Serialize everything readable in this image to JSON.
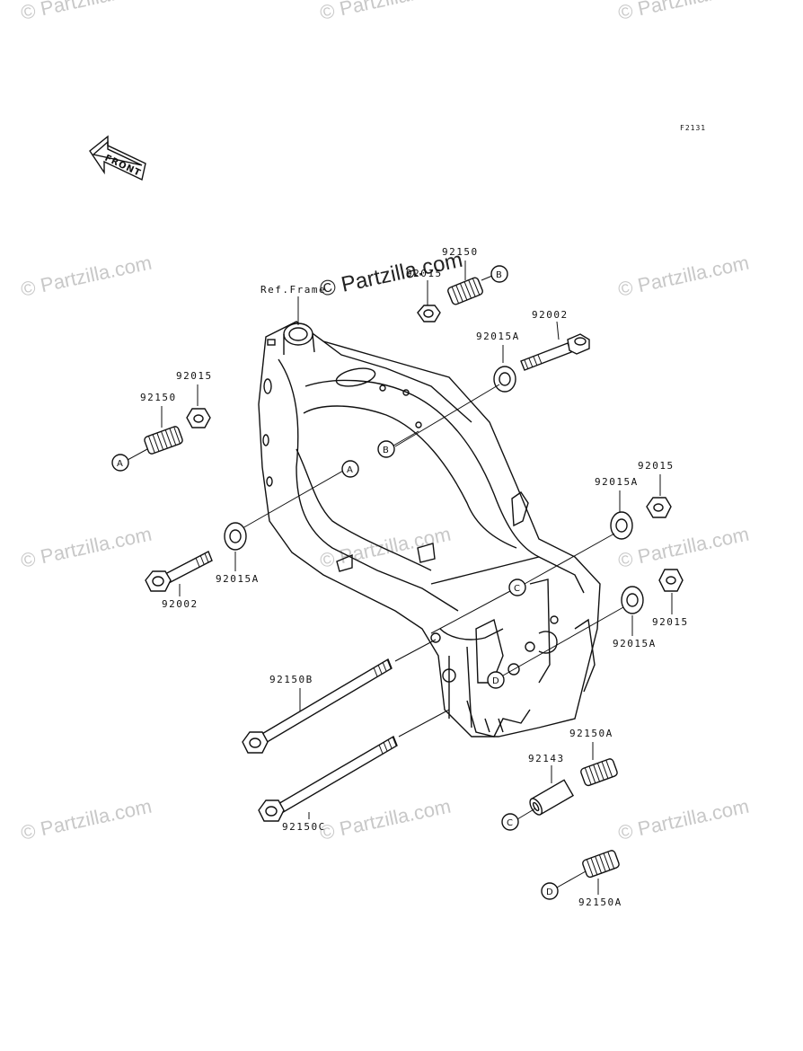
{
  "figure_code": "F2131",
  "front_label": "FRONT",
  "ref_label": "Ref.Frame",
  "watermark_main": "© Partzilla.com",
  "watermarks": [
    "© Partzilla.com",
    "© Partzilla.com",
    "© Partzilla.com",
    "© Partzilla.com",
    "© Partzilla.com",
    "© Partzilla.com",
    "© Partzilla.com",
    "© Partzilla.com",
    "© Partzilla.com",
    "© Partzilla.com",
    "© Partzilla.com",
    "© Partzilla.com"
  ],
  "parts": {
    "p92150_top": "92150",
    "p92015_top": "92015",
    "p92002_top": "92002",
    "p92015A_top": "92015A",
    "p92015_left": "92015",
    "p92150_left": "92150",
    "p92015A_left": "92015A",
    "p92002_left": "92002",
    "p92015_right1": "92015",
    "p92015A_right1": "92015A",
    "p92015_right2": "92015",
    "p92015A_right2": "92015A",
    "p92150B": "92150B",
    "p92150C": "92150C",
    "p92150A_1": "92150A",
    "p92143": "92143",
    "p92150A_2": "92150A"
  },
  "callouts": {
    "a": "A",
    "b": "B",
    "c": "C",
    "d": "D"
  }
}
